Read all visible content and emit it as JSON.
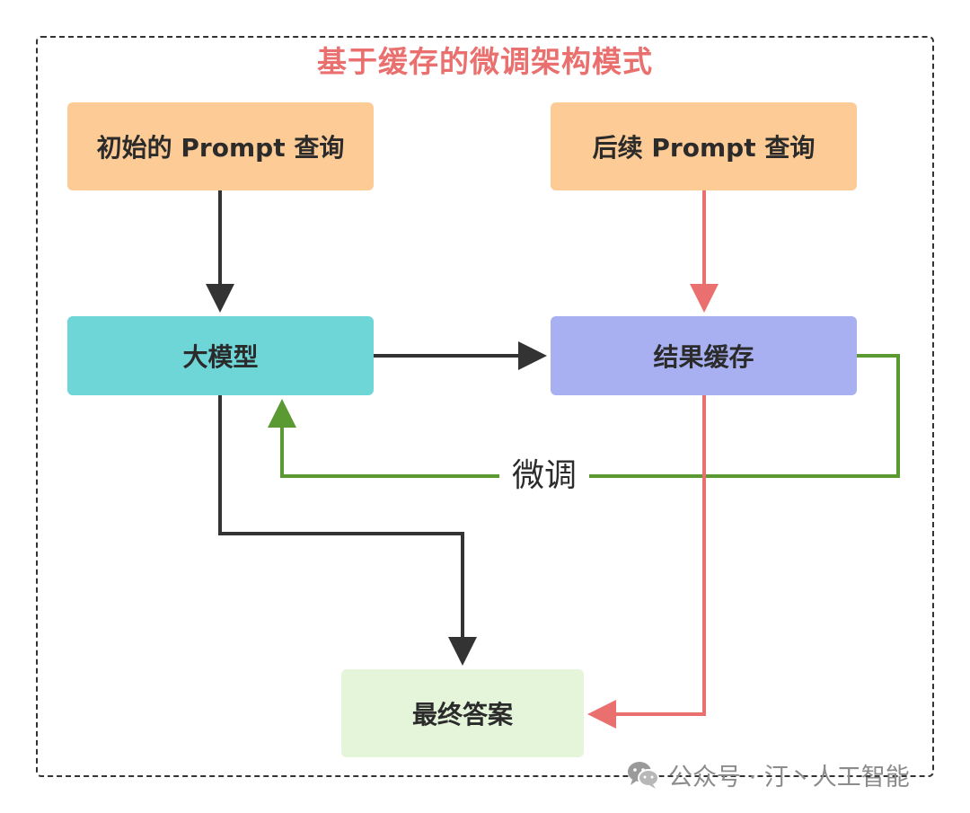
{
  "title": "基于缓存的微调架构模式",
  "nodes": {
    "initial_prompt": {
      "label": "初始的 Prompt 查询",
      "color": "#fdcb95"
    },
    "followup_prompt": {
      "label": "后续 Prompt 查询",
      "color": "#fdcb95"
    },
    "llm": {
      "label": "大模型",
      "color": "#6fd6d8"
    },
    "result_cache": {
      "label": "结果缓存",
      "color": "#a8b0f2"
    },
    "final_answer": {
      "label": "最终答案",
      "color": "#e4f5da"
    }
  },
  "edges": {
    "finetune_label": "微调",
    "colors": {
      "dark": "#333333",
      "red": "#e9706e",
      "green": "#5b9a33"
    }
  },
  "watermark": {
    "text": "公众号 · 汀丶人工智能",
    "icon": "wechat-icon"
  }
}
